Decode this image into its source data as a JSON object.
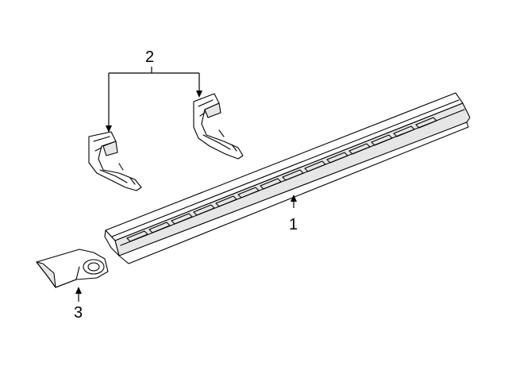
{
  "callouts": {
    "part1": "1",
    "part2": "2",
    "part3": "3"
  },
  "parts": [
    {
      "number": "1",
      "depiction": "running-board"
    },
    {
      "number": "2",
      "depiction": "mounting-bracket-pair"
    },
    {
      "number": "3",
      "depiction": "end-cap"
    }
  ]
}
